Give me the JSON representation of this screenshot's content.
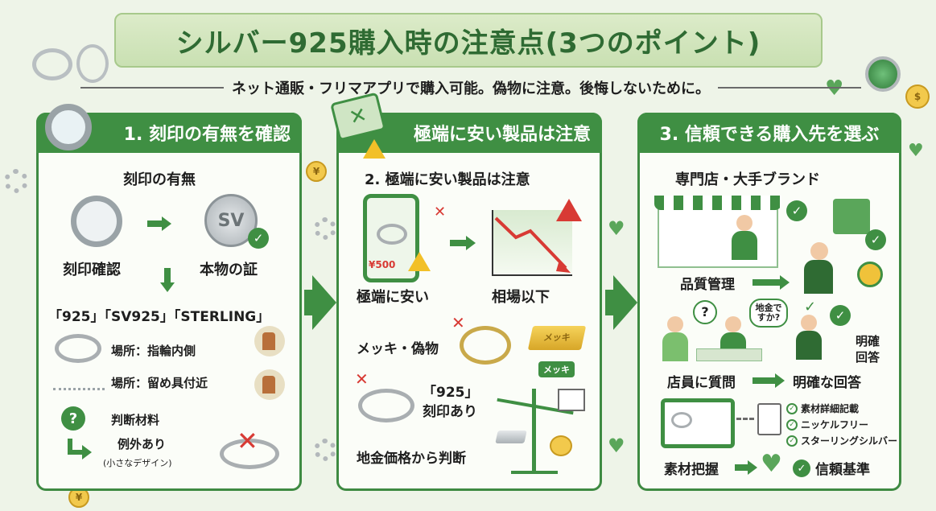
{
  "title": "シルバー925購入時の注意点(3つのポイント)",
  "subtitle": "ネット通販・フリマアプリで購入可能。偽物に注意。後悔しないために。",
  "colors": {
    "primary_green": "#3f8f43",
    "light_green": "#dcebc9",
    "warning_red": "#d83a34",
    "gold": "#f2c028"
  },
  "panel1": {
    "header": "1. 刻印の有無を確認",
    "heading": "刻印の有無",
    "stamp_check_label": "刻印確認",
    "genuine_label": "本物の証",
    "sv_coin_text": "SV",
    "marks_label": "「925」「SV925」「STERLING」",
    "location_inside_ring": "場所：指輪内側",
    "location_clasp": "場所：留め具付近",
    "judgment_label": "判断材料",
    "question_mark": "?",
    "exception_label": "例外あり",
    "exception_note": "(小さなデザイン)"
  },
  "panel2": {
    "header": "極端に安い製品は注意",
    "heading": "2. 極端に安い製品は注意",
    "price_tag": "¥500",
    "cheap_label": "極端に安い",
    "below_market_label": "相場以下",
    "plating_label": "メッキ・偽物",
    "gold_bar_text": "メッキ",
    "plating_tag": "メッキ",
    "stamped_label_line1": "「925」",
    "stamped_label_line2": "刻印あり",
    "judge_by_price_label": "地金価格から判断"
  },
  "panel3": {
    "header": "3. 信頼できる購入先を選ぶ",
    "heading": "専門店・大手ブランド",
    "quality_label": "品質管理",
    "bubble_question": "?",
    "bubble_text": "地金で すか?",
    "clear_answer_small_line1": "明確",
    "clear_answer_small_line2": "回答",
    "ask_staff_label": "店員に質問",
    "clear_answer_label": "明確な回答",
    "checklist": [
      "素材詳細記載",
      "ニッケルフリー",
      "スターリングシルバー"
    ],
    "material_label": "素材把握",
    "trust_label": "信頼基準"
  },
  "decor": {
    "yen_symbol": "¥",
    "dollar_symbol": "$"
  }
}
